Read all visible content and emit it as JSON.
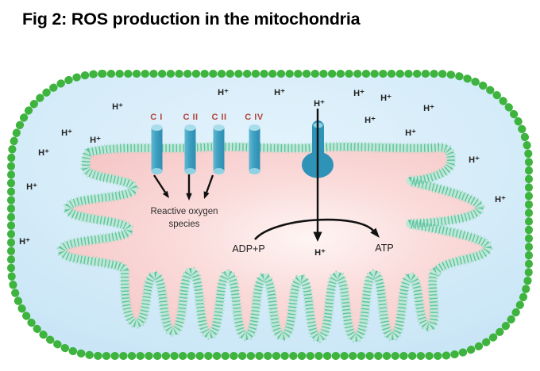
{
  "title": "Fig 2: ROS production in the mitochondria",
  "diagram": {
    "proton_label": "H⁺",
    "complex_labels": [
      "C I",
      "C II",
      "C II",
      "C IV"
    ],
    "ros_label_line1": "Reactive oxygen",
    "ros_label_line2": "species",
    "adp_label": "ADP+P",
    "atp_label": "ATP",
    "colors": {
      "outer_membrane_green": "#3eb43e",
      "inner_membrane_fuzz_light": "#bfe7d6",
      "inner_membrane_fuzz_dark": "#5ec3a1",
      "matrix_pink": "#f5c5c5",
      "intermembrane_blue": "#cfe9f8",
      "complex_teal": "#3a9ec0",
      "complex_label_red": "#b5433c",
      "arrow_black": "#111111"
    }
  }
}
